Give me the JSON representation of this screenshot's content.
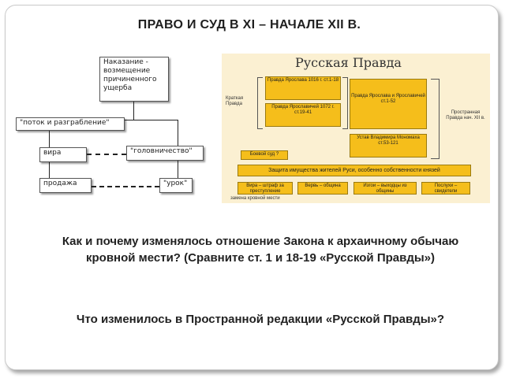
{
  "title": "ПРАВО И СУД В XI – НАЧАЛЕ XII В.",
  "scheme": {
    "punishment": "Наказание - возмещение причиненного ущерба",
    "flood": "\"поток и разграбление\"",
    "vira": "вира",
    "golovnichestvo": "\"головничество\"",
    "prodazha": "продажа",
    "urok": "\"урок\""
  },
  "panel": {
    "title": "Русская Правда",
    "short_label": "Краткая Правда",
    "long_label": "Пространная Правда нач. XII в.",
    "pravda_yaroslava": "Правда Ярослава 1016 г. ст.1-18",
    "pravda_yaroslavichey": "Правда Ярославичей 1072 г. ст.19-41",
    "pravda_ya_and_ya": "Правда Ярослава и Ярославичей ст.1-52",
    "ustav": "Устав Владимира Мономаха ст.53-121",
    "court": "Боевой суд ?",
    "protection": "Защита имущества жителей Руси, особенно собственности князей",
    "vira_def": "Вира – штраф за преступление",
    "verv": "Вервь – община",
    "izgoi": "Изгои – выходцы из общины",
    "poslukhi": "Послухи – свидетели",
    "blood_note": "замена кровной мести"
  },
  "question1": "Как и почему изменялось отношение Закона к архаичному обычаю кровной мести? (Сравните ст. 1 и 18-19 «Русской Правды»)",
  "question2": "Что изменилось в Пространной редакции «Русской Правды»?"
}
